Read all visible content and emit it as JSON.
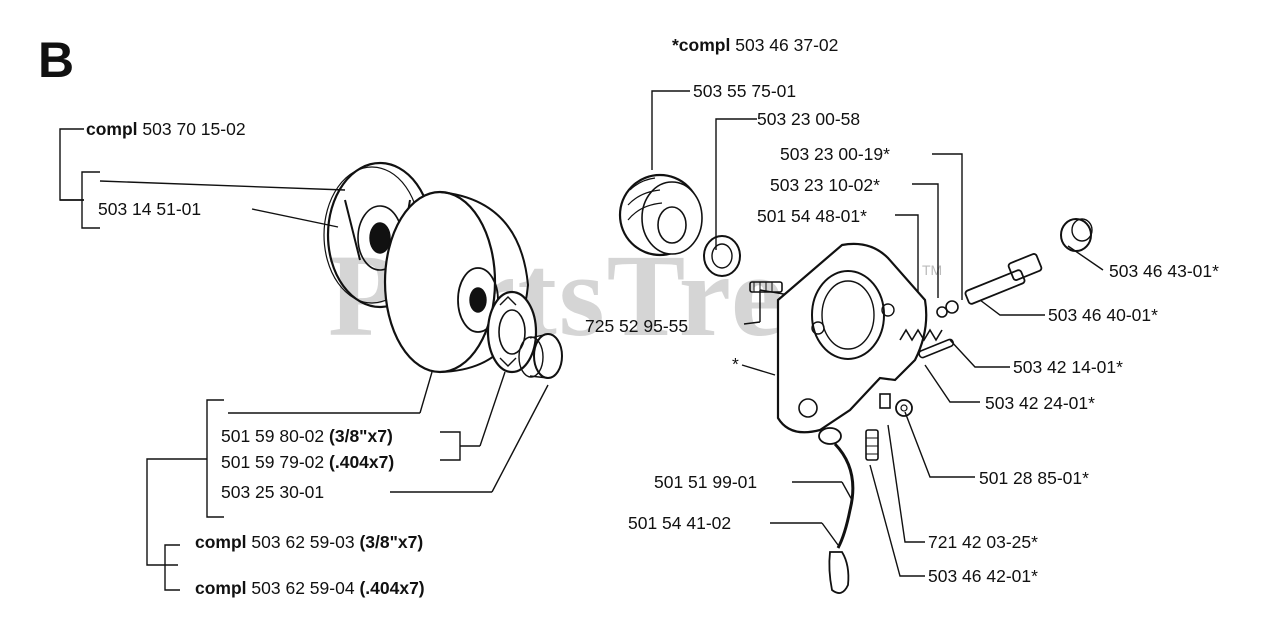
{
  "section": "B",
  "watermark": "PartsTree",
  "watermark_tm": "TM",
  "prefix_compl": "compl",
  "prefix_compl_star": "*compl",
  "star": "*",
  "labels": {
    "top_assembly": "503 46 37-02",
    "clutch_compl": "503 70 15-02",
    "clutch_shoe": "503 14 51-01",
    "sprocket_38": "501 59 80-02",
    "sprocket_38_spec": "(3/8\"x7)",
    "sprocket_404": "501 59 79-02",
    "sprocket_404_spec": "(.404x7)",
    "bearing": "503 25 30-01",
    "drum_compl_38": "503 62 59-03",
    "drum_compl_38_spec": "(3/8\"x7)",
    "drum_compl_404": "503 62 59-04",
    "drum_compl_404_spec": "(.404x7)",
    "worm_gear": "503 55 75-01",
    "washer": "503 23 00-58",
    "part_19": "503 23 00-19*",
    "part_02": "503 23 10-02*",
    "spring": "501 54 48-01*",
    "cap": "503 46 43-01*",
    "shaft": "503 46 40-01*",
    "screw": "725 52 95-55",
    "pin": "503 42 14-01*",
    "adjust_screw": "503 42 24-01*",
    "nut": "501 28 85-01*",
    "hose": "501 51 99-01",
    "filter": "501 54 41-02",
    "plug": "721 42 03-25*",
    "nipple": "503 46 42-01*"
  }
}
